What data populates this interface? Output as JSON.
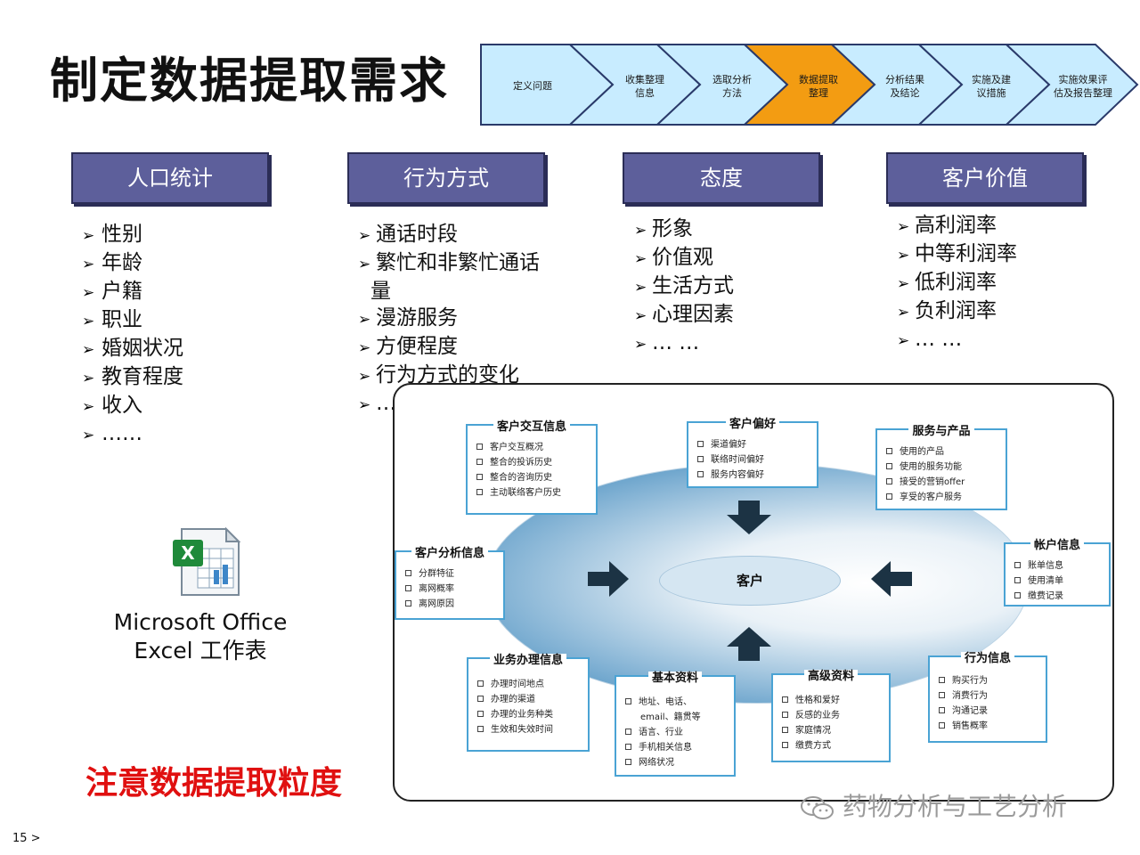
{
  "title": "制定数据提取需求",
  "process": {
    "steps": [
      {
        "label": "定义问题",
        "active": false
      },
      {
        "label": "收集整理信息",
        "active": false
      },
      {
        "label": "选取分析方法",
        "active": false
      },
      {
        "label": "数据提取整理",
        "active": true
      },
      {
        "label": "分析结果及结论",
        "active": false
      },
      {
        "label": "实施及建议措施",
        "active": false
      },
      {
        "label": "实施效果评估及报告整理",
        "active": false
      }
    ],
    "step_lines": [
      [
        "定义问题"
      ],
      [
        "收集整理",
        "信息"
      ],
      [
        "选取分析",
        "方法"
      ],
      [
        "数据提取",
        "整理"
      ],
      [
        "分析结果",
        "及结论"
      ],
      [
        "实施及建",
        "议措施"
      ],
      [
        "实施效果评",
        "估及报告整理"
      ]
    ],
    "colors": {
      "normal": "#c8ecff",
      "active": "#f39c12",
      "border": "#2a3a6a"
    }
  },
  "categories": [
    {
      "title": "人口统计",
      "items": [
        "性别",
        "年龄",
        "户籍",
        "职业",
        "婚姻状况",
        "教育程度",
        "收入",
        "……"
      ]
    },
    {
      "title": "行为方式",
      "items": [
        "通话时段",
        "繁忙和非繁忙通话",
        "量",
        "漫游服务",
        "方便程度",
        "行为方式的变化",
        "… …"
      ]
    },
    {
      "title": "态度",
      "items": [
        "形象",
        "价值观",
        "生活方式",
        "心理因素",
        "… …"
      ]
    },
    {
      "title": "客户价值",
      "items": [
        "高利润率",
        "中等利润率",
        "低利润率",
        "负利润率",
        "… …"
      ]
    }
  ],
  "excel": {
    "line1": "Microsoft Office",
    "line2": "Excel 工作表"
  },
  "note": "注意数据提取粒度",
  "page_number": "15 >",
  "diagram": {
    "center": "客户",
    "boxes": {
      "interaction": {
        "title": "客户交互信息",
        "items": [
          "客户交互概况",
          "整合的投诉历史",
          "整合的咨询历史",
          "主动联络客户历史"
        ]
      },
      "preference": {
        "title": "客户偏好",
        "items": [
          "渠道偏好",
          "联络时间偏好",
          "服务内容偏好"
        ]
      },
      "service": {
        "title": "服务与产品",
        "items": [
          "使用的产品",
          "使用的服务功能",
          "接受的营销offer",
          "享受的客户服务"
        ]
      },
      "analysis": {
        "title": "客户分析信息",
        "items": [
          "分群特征",
          "离网概率",
          "离网原因"
        ]
      },
      "account": {
        "title": "帐户信息",
        "items": [
          "账单信息",
          "使用清单",
          "缴费记录"
        ]
      },
      "business": {
        "title": "业务办理信息",
        "items": [
          "办理时间地点",
          "办理的渠道",
          "办理的业务种类",
          "生效和失效时间"
        ]
      },
      "basic": {
        "title": "基本资料",
        "items": [
          "地址、电话、",
          "email、籍贯等",
          "语言、行业",
          "手机相关信息",
          "网络状况"
        ]
      },
      "advanced": {
        "title": "高级资料",
        "items": [
          "性格和爱好",
          "反感的业务",
          "家庭情况",
          "缴费方式"
        ]
      },
      "behavior": {
        "title": "行为信息",
        "items": [
          "购买行为",
          "消费行为",
          "沟通记录",
          "销售概率"
        ]
      }
    }
  },
  "watermark": "药物分析与工艺分析"
}
